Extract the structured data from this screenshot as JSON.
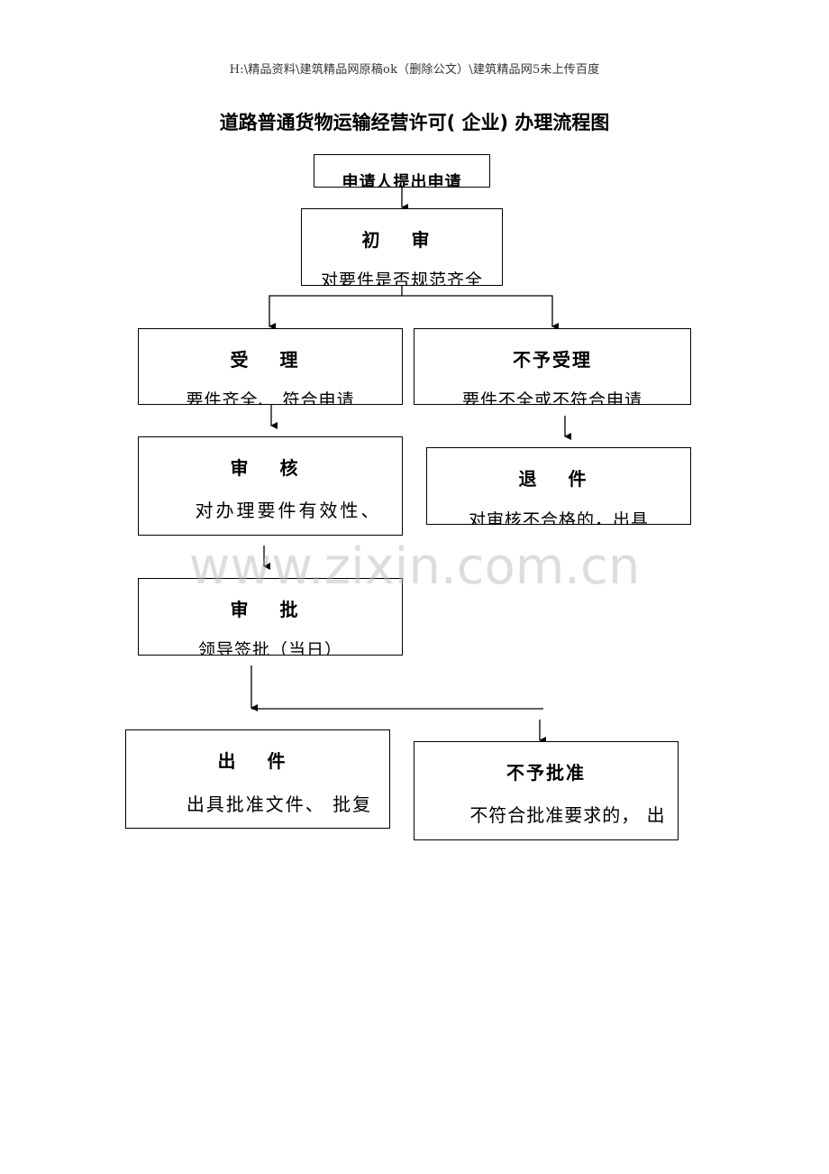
{
  "header": "H:\\精品资料\\建筑精品网原稿ok（删除公文）\\建筑精品网5未上传百度",
  "title": "道路普通货物运输经营许可(  企业)  办理流程图",
  "watermark": "www.zixin.com.cn",
  "nodes": {
    "apply": {
      "body": "申请人提出申请"
    },
    "initial": {
      "title": "初 审",
      "body": "对要件是否规范齐全"
    },
    "accept": {
      "title": "受 理",
      "body": "要件齐全、 符合申请"
    },
    "reject_accept": {
      "title": "不予受理",
      "body": "要件不全或不符合申请"
    },
    "review": {
      "title": "审 核",
      "body": "对办理要件有效性、"
    },
    "return": {
      "title": "退 件",
      "body": "对审核不合格的，出具"
    },
    "approve": {
      "title": "审 批",
      "body": "领导签批（当日）"
    },
    "issue": {
      "title": "出 件",
      "body": "出具批准文件、 批复"
    },
    "deny": {
      "title": "不予批准",
      "body": "不符合批准要求的， 出"
    }
  }
}
